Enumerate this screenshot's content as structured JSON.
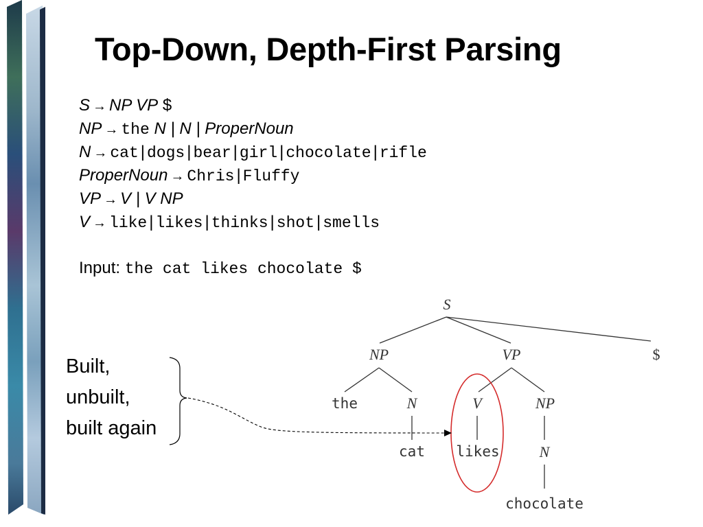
{
  "title": "Top-Down, Depth-First Parsing",
  "arrow_glyph": "→",
  "bar_glyph": "|",
  "grammar": {
    "r1": {
      "lhs": "S",
      "rhs_italic": "NP VP",
      "rhs_plain": "$"
    },
    "r2": {
      "lhs": "NP",
      "det": "the",
      "rhs_italic": "N | N | ProperNoun"
    },
    "r3": {
      "lhs": "N",
      "words": [
        "cat",
        "dogs",
        "bear",
        "girl",
        "chocolate",
        "rifle"
      ]
    },
    "r4": {
      "lhs": "ProperNoun",
      "words": [
        "Chris",
        "Fluffy"
      ]
    },
    "r5": {
      "lhs": "VP",
      "rhs_italic": "V | V NP"
    },
    "r6": {
      "lhs": "V",
      "words": [
        "like",
        "likes",
        "thinks",
        "shot",
        "smells"
      ]
    }
  },
  "input": {
    "label": "Input:",
    "value": "the cat likes chocolate $"
  },
  "note": {
    "line1": "Built,",
    "line2": "unbuilt,",
    "line3": "built again"
  },
  "tree": {
    "s": "S",
    "np": "NP",
    "vp": "VP",
    "dollar": "$",
    "the": "the",
    "n1": "N",
    "v": "V",
    "np2": "NP",
    "cat": "cat",
    "likes": "likes",
    "n2": "N",
    "chocolate": "chocolate"
  },
  "colors": {
    "highlight_circle": "#d42a2a",
    "tree_line": "#333333",
    "text": "#000000"
  }
}
